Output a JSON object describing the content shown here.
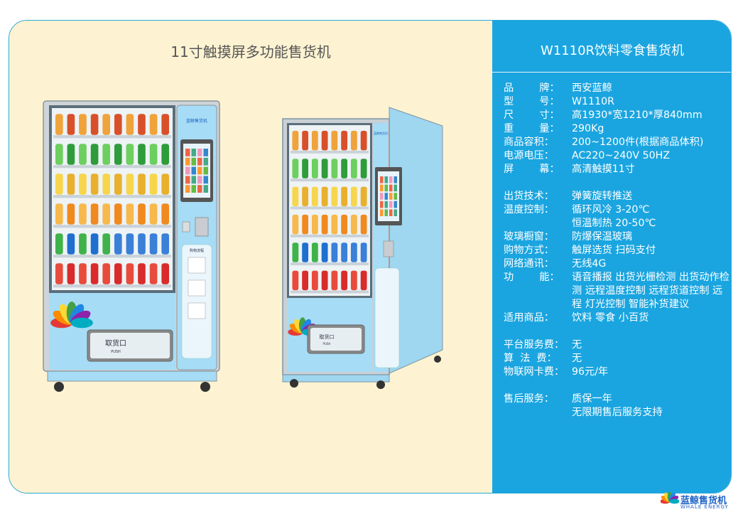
{
  "left_title": "11寸触摸屏多功能售货机",
  "right_title": "W1110R饮料零食售货机",
  "specs": [
    {
      "label": "品        牌：",
      "value": "西安蓝鲸"
    },
    {
      "label": "型        号：",
      "value": "W1110R"
    },
    {
      "label": "尺        寸：",
      "value": "高1930*宽1210*厚840mm"
    },
    {
      "label": "重        量：",
      "value": "290Kg"
    },
    {
      "label": "商品容积：",
      "value": "200~1200件(根据商品体积)"
    },
    {
      "label": "电源电压：",
      "value": "AC220~240V 50HZ"
    },
    {
      "label": "屏        幕：",
      "value": "高清触摸11寸"
    },
    {
      "gap": true
    },
    {
      "label": "出货技术：",
      "value": "弹簧旋转推送"
    },
    {
      "label": "温度控制：",
      "value": "循环风冷 3-20℃"
    },
    {
      "label": "",
      "value": "恒温制热 20-50℃"
    },
    {
      "label": "玻璃橱窗：",
      "value": "防爆保温玻璃"
    },
    {
      "label": "购物方式：",
      "value": "触屏选货 扫码支付"
    },
    {
      "label": "网络通讯：",
      "value": "无线4G"
    },
    {
      "label": "功        能：",
      "value": "语音播报 出货光栅检测 出货动作检测 远程温度控制 远程货道控制 远程 灯光控制 智能补货建议"
    },
    {
      "label": "适用商品：",
      "value": "饮料 零食 小百货"
    },
    {
      "gap": true
    },
    {
      "label": "平台服务费：",
      "value": "无"
    },
    {
      "label": "算  法  费：",
      "value": "无"
    },
    {
      "label": "物联网卡费：",
      "value": "96元/年"
    },
    {
      "gap": true
    },
    {
      "label": "售后服务：",
      "value": "质保一年"
    },
    {
      "label": "",
      "value": "无限期售后服务支持"
    }
  ],
  "machine_front": {
    "brand_text": "蓝鲸售货机",
    "steps_title": "购物流程",
    "pickup_label": "取货口",
    "pickup_sub": "PUSH"
  },
  "machine_side": {
    "brand_text": "蓝鲸售货机",
    "pickup_label": "取货口",
    "pickup_sub": "PUSH"
  },
  "logo": {
    "text": "蓝鲸售货机",
    "sub": "WHALE ENERGY"
  },
  "colors": {
    "panel": "#1aa5e0",
    "background": "#fdf3d2",
    "machine": "#a6dcf5",
    "frame": "#c8cdd2"
  }
}
